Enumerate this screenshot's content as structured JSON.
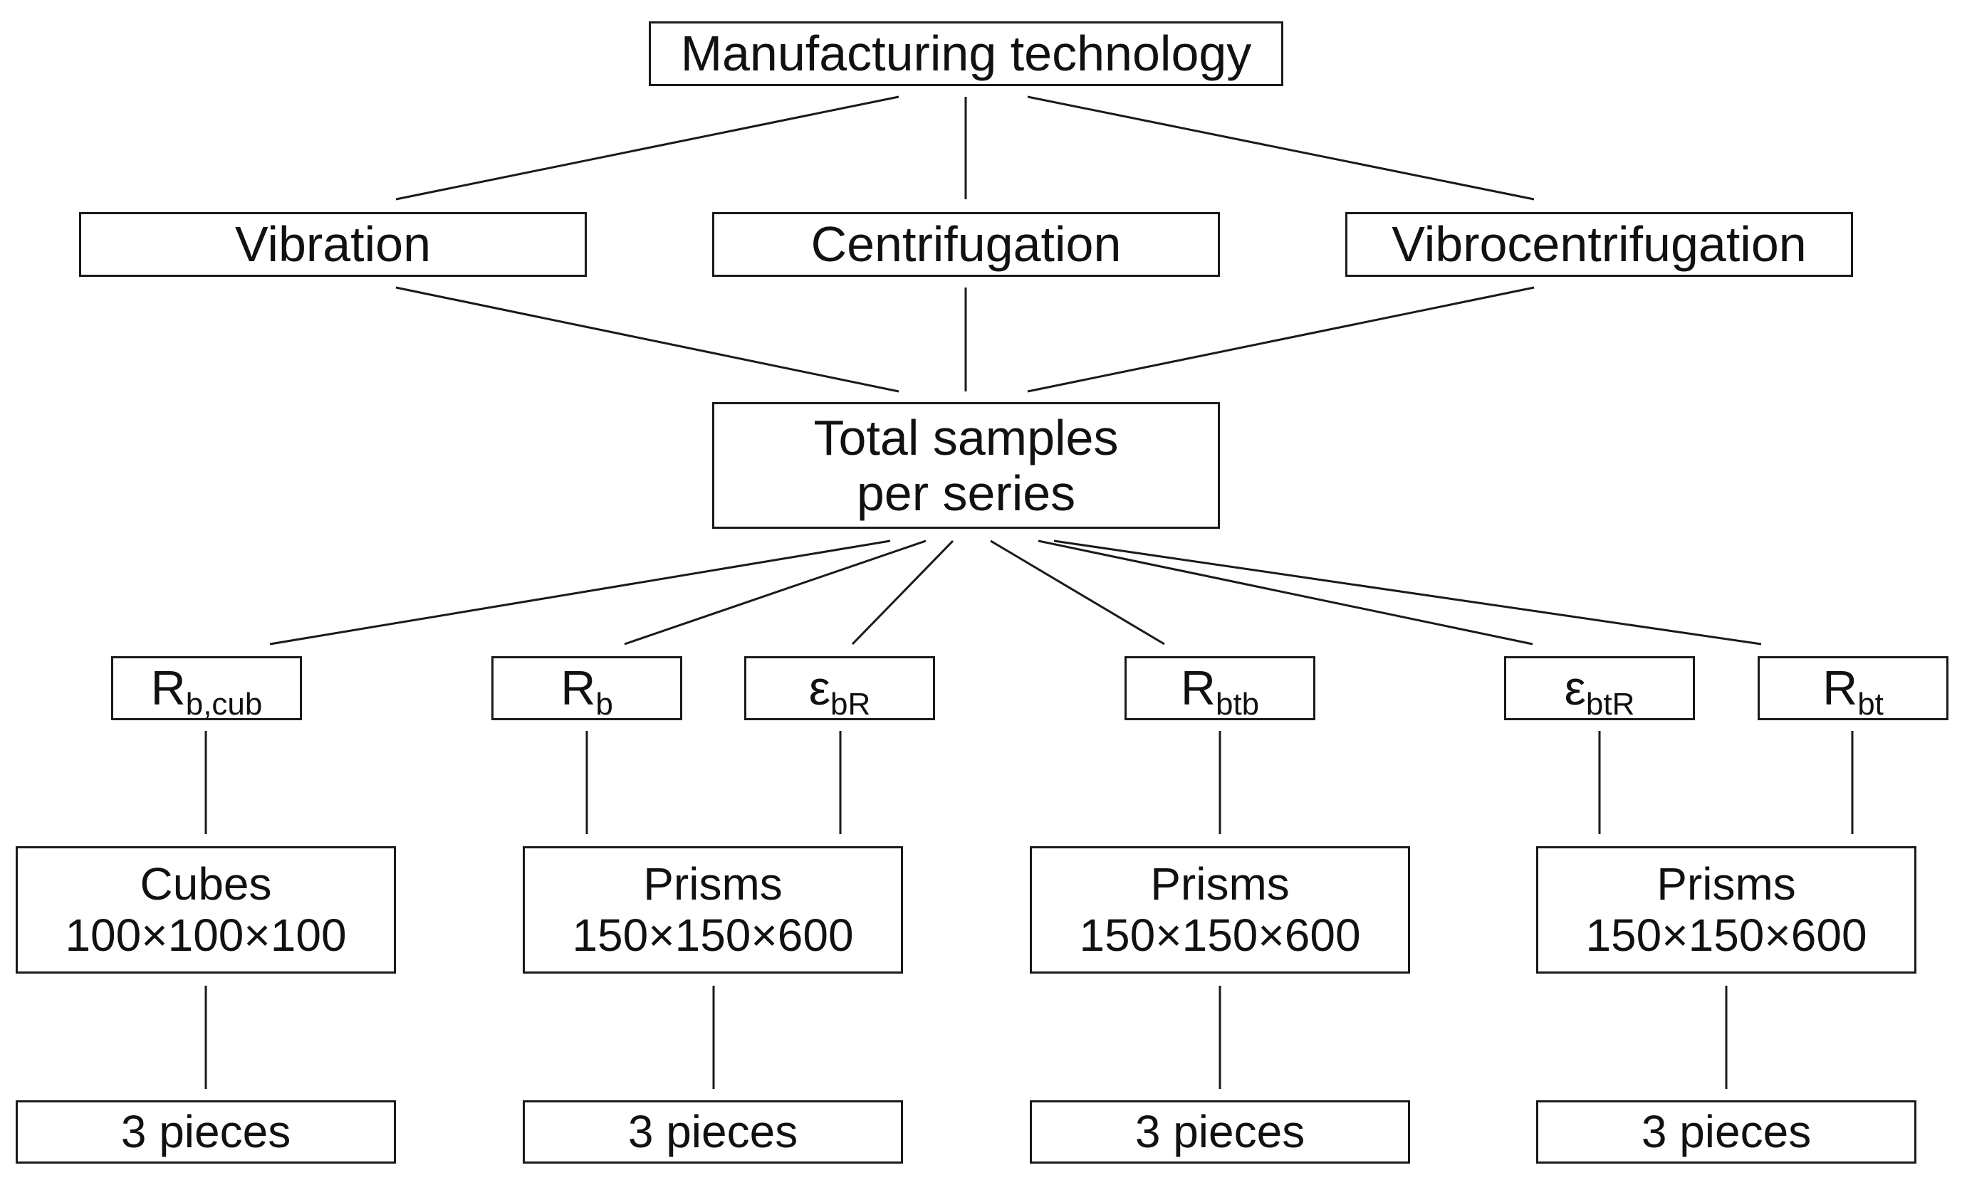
{
  "diagram": {
    "root": "Manufacturing technology",
    "technologies": [
      "Vibration",
      "Centrifugation",
      "Vibrocentrifugation"
    ],
    "total": {
      "line1": "Total samples",
      "line2": "per series"
    },
    "params": [
      {
        "base": "R",
        "sub": "b,cub"
      },
      {
        "base": "R",
        "sub": "b"
      },
      {
        "base": "ε",
        "sub": "bR"
      },
      {
        "base": "R",
        "sub": "btb"
      },
      {
        "base": "ε",
        "sub": "btR"
      },
      {
        "base": "R",
        "sub": "bt"
      }
    ],
    "specimens": [
      {
        "type": "Cubes",
        "size": "100×100×100"
      },
      {
        "type": "Prisms",
        "size": "150×150×600"
      },
      {
        "type": "Prisms",
        "size": "150×150×600"
      },
      {
        "type": "Prisms",
        "size": "150×150×600"
      }
    ],
    "counts": [
      "3 pieces",
      "3 pieces",
      "3 pieces",
      "3 pieces"
    ]
  }
}
